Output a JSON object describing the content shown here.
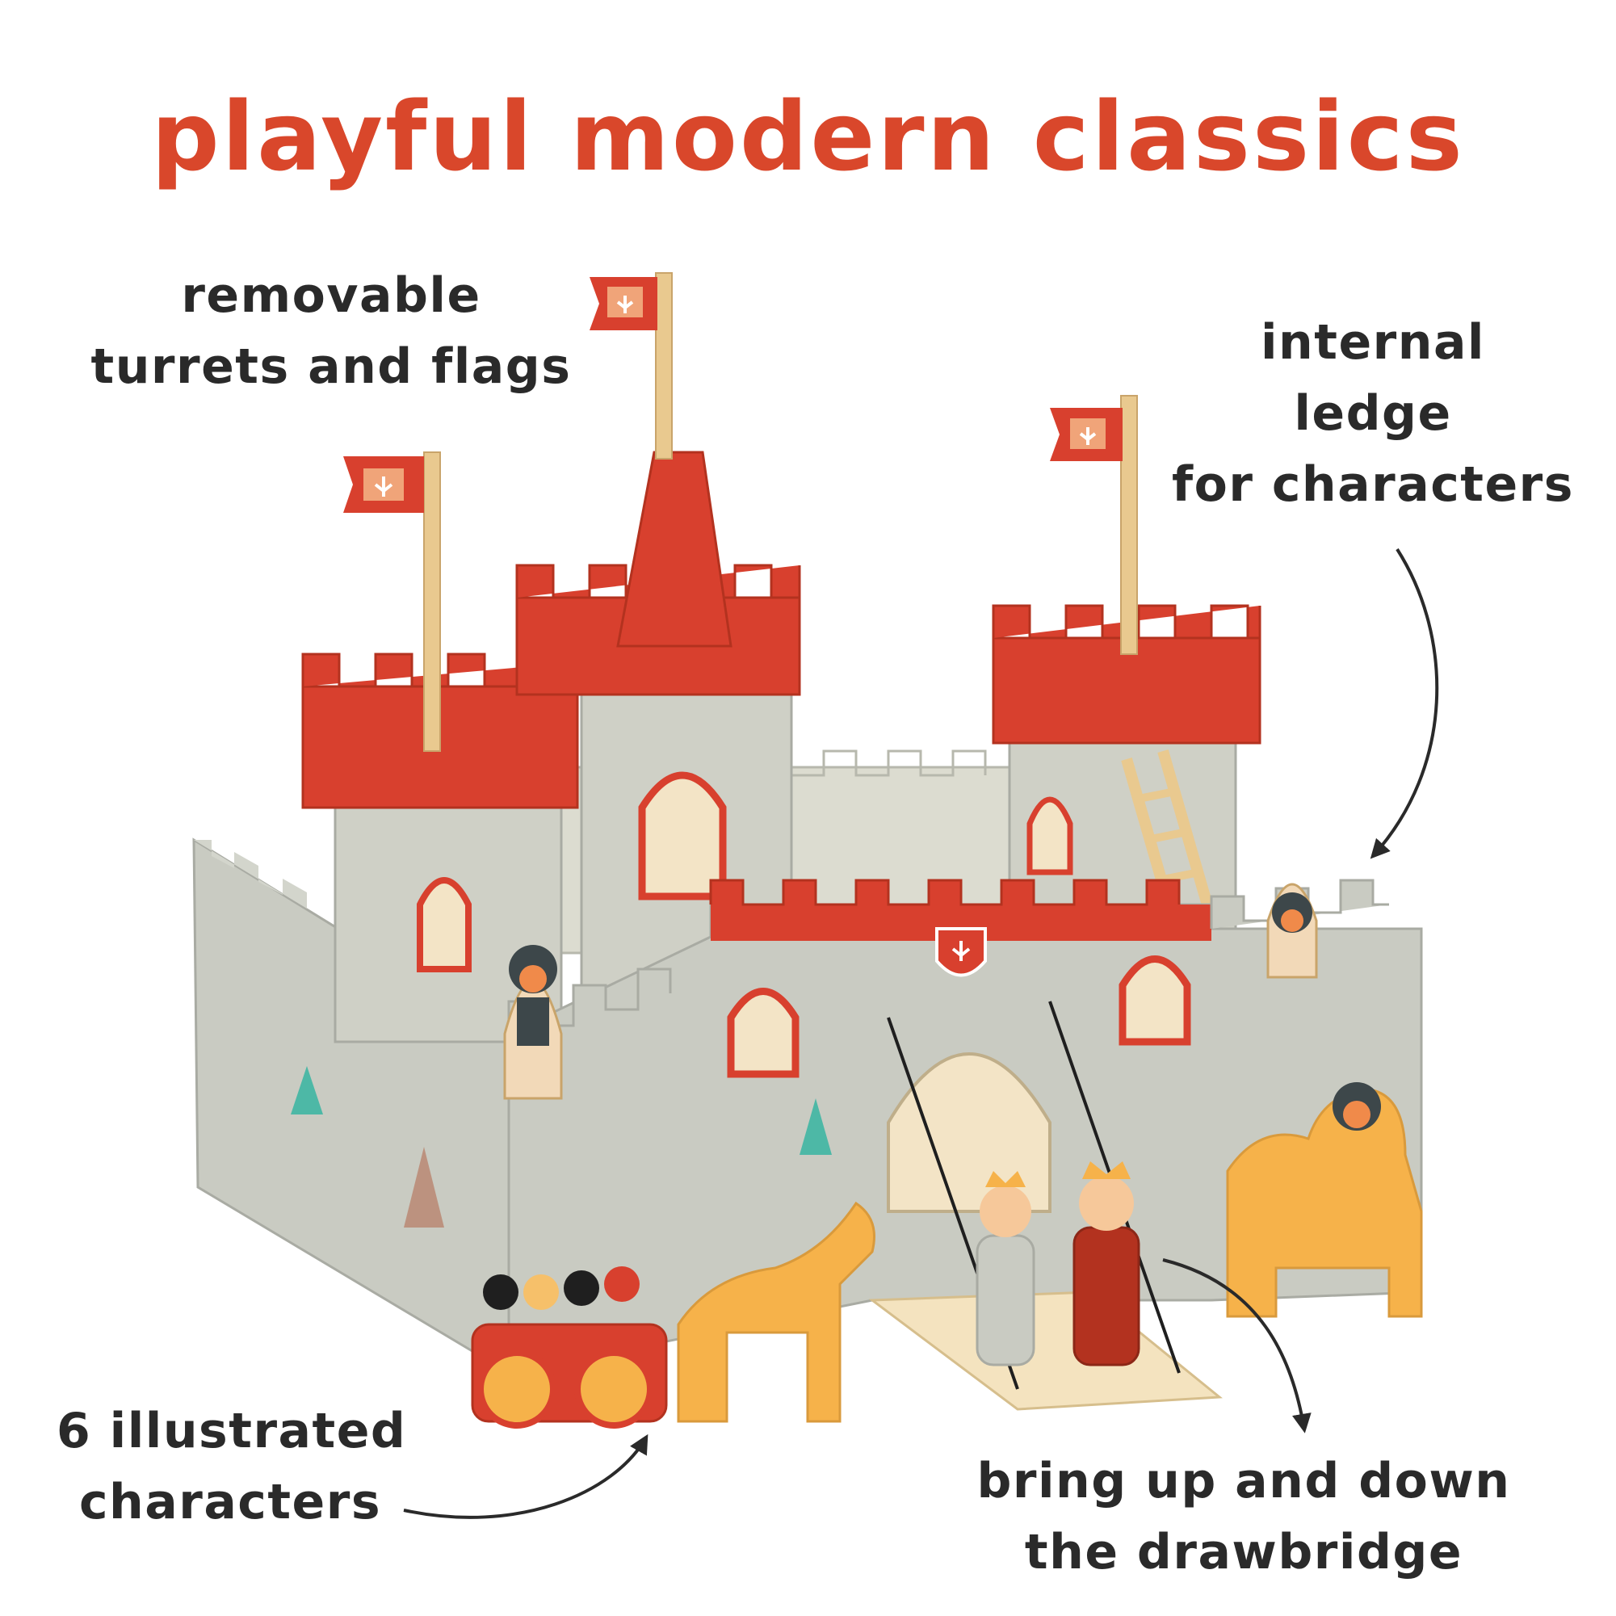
{
  "headline": "playful modern classics",
  "callouts": {
    "turrets": [
      "removable",
      "turrets and flags"
    ],
    "ledge": [
      "internal",
      "ledge",
      "for characters"
    ],
    "characters": [
      "6 illustrated",
      "characters"
    ],
    "drawbridge": [
      "bring up and down",
      "the drawbridge"
    ]
  },
  "colors": {
    "accent_red": "#d9472b",
    "turret_red": "#d8402e",
    "wall_grey": "#c9cbc2",
    "wood": "#e9c98f",
    "text_dark": "#2a2a2a"
  },
  "icons": [
    "castle-toy",
    "arrow-icon",
    "flag-icon",
    "shield-icon",
    "horse-cart",
    "king-figure",
    "queen-figure",
    "knight-on-horse"
  ]
}
